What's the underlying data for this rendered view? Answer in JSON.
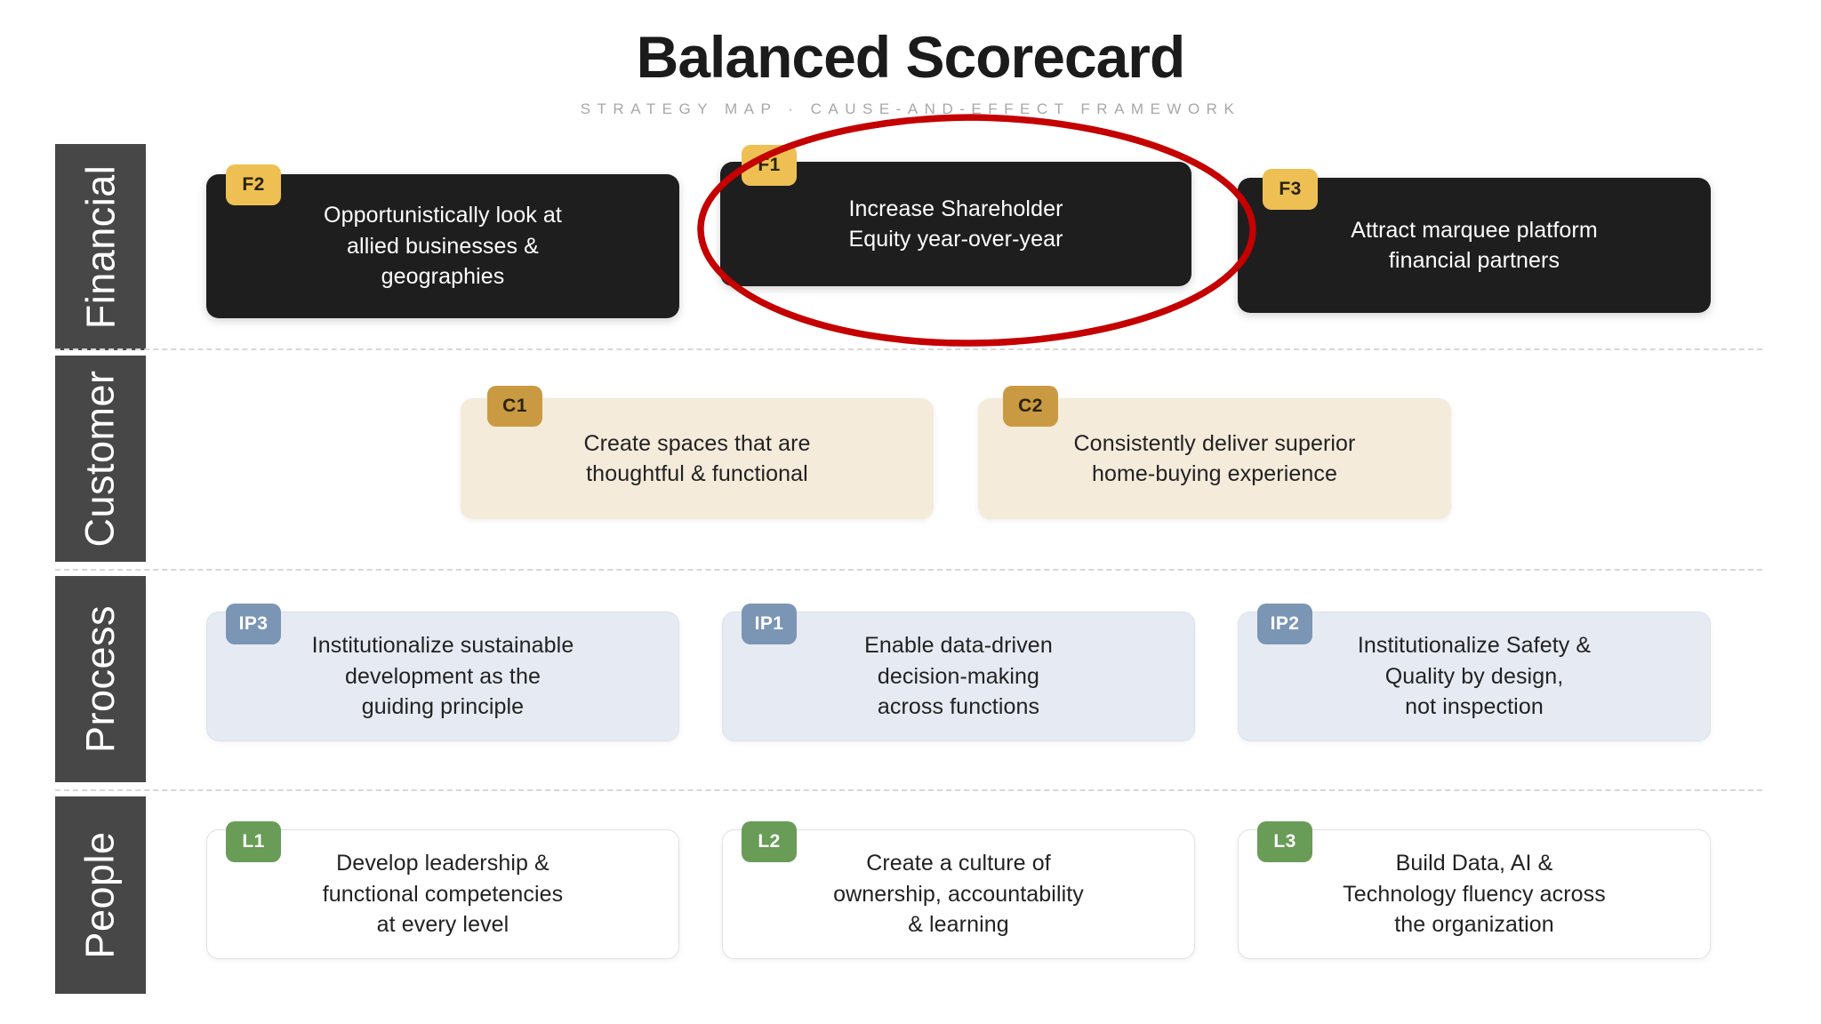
{
  "header": {
    "title": "Balanced Scorecard",
    "subtitle_left": "STRATEGY MAP",
    "subtitle_separator": "·",
    "subtitle_right": "CAUSE-AND-EFFECT FRAMEWORK",
    "subtitle_full": "STRATEGY MAP  ·  CAUSE-AND-EFFECT FRAMEWORK"
  },
  "colors": {
    "perspective_bar": "#474747",
    "financial_card": "#1e1e1e",
    "financial_badge": "#eec054",
    "customer_card": "#f4ebdb",
    "customer_badge": "#ca9a42",
    "process_card": "#e6ebf3",
    "process_badge": "#7b95b5",
    "people_card": "#ffffff",
    "people_badge": "#699c57",
    "annotation_red": "#c40000",
    "divider": "#d7d7d7",
    "subtitle_gray": "#a8a8a8"
  },
  "perspectives": [
    {
      "id": "financial",
      "label": "Financial"
    },
    {
      "id": "customer",
      "label": "Customer"
    },
    {
      "id": "process",
      "label": "Process"
    },
    {
      "id": "people",
      "label": "People"
    }
  ],
  "objectives": {
    "financial": [
      {
        "code": "F2",
        "text": "Opportunistically look at\nallied businesses &\ngeographies"
      },
      {
        "code": "F1",
        "text": "Increase Shareholder\nEquity year-over-year"
      },
      {
        "code": "F3",
        "text": "Attract marquee platform\nfinancial partners"
      }
    ],
    "customer": [
      {
        "code": "C1",
        "text": "Create spaces that are\nthoughtful & functional"
      },
      {
        "code": "C2",
        "text": "Consistently deliver superior\nhome-buying experience"
      }
    ],
    "process": [
      {
        "code": "IP3",
        "text": "Institutionalize sustainable\ndevelopment as the\nguiding principle"
      },
      {
        "code": "IP1",
        "text": "Enable data-driven\ndecision-making\nacross functions"
      },
      {
        "code": "IP2",
        "text": "Institutionalize Safety &\nQuality by design,\nnot inspection"
      }
    ],
    "people": [
      {
        "code": "L1",
        "text": "Develop leadership &\nfunctional competencies\nat every level"
      },
      {
        "code": "L2",
        "text": "Create a culture of\nownership, accountability\n& learning"
      },
      {
        "code": "L3",
        "text": "Build Data, AI &\nTechnology fluency across\nthe organization"
      }
    ]
  },
  "annotation": {
    "type": "ellipse-highlight",
    "target_code": "F1",
    "target_text": "Increase Shareholder Equity year-over-year",
    "color": "#c40000"
  }
}
